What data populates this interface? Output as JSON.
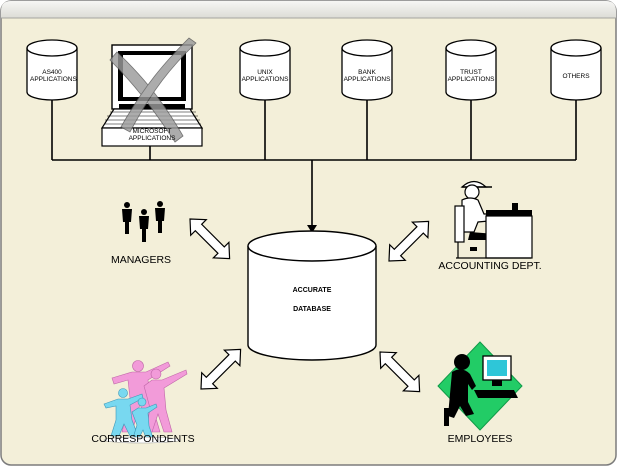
{
  "colors": {
    "background": "#f3efd9",
    "header": "#e2e2dd",
    "frame": "#7c7c7c",
    "line": "#000000",
    "green_accent": "#22cc66",
    "pink_figures": "#f29bd9",
    "blue_figures": "#78d8f0"
  },
  "systems": [
    {
      "id": "as400",
      "label": "AS400\nAPPLICATIONS"
    },
    {
      "id": "microsoft",
      "label": "MICROSOFT\nAPPLICATIONS",
      "crossed_out": true
    },
    {
      "id": "unix",
      "label": "UNIX\nAPPLICATIONS"
    },
    {
      "id": "bank",
      "label": "BANK\nAPPLICATIONS"
    },
    {
      "id": "trust",
      "label": "TRUST\nAPPLICATIONS"
    },
    {
      "id": "others",
      "label": "OTHERS"
    }
  ],
  "database": {
    "line1": "ACCURATE",
    "line2": "DATABASE"
  },
  "actors": {
    "managers": "MANAGERS",
    "accounting": "ACCOUNTING DEPT.",
    "correspondents": "CORRESPONDENTS",
    "employees": "EMPLOYEES"
  },
  "icons": {
    "managers": "business-people-icon",
    "accounting": "clerk-at-desk-icon",
    "correspondents": "group-of-people-icon",
    "employees": "person-at-computer-icon"
  }
}
